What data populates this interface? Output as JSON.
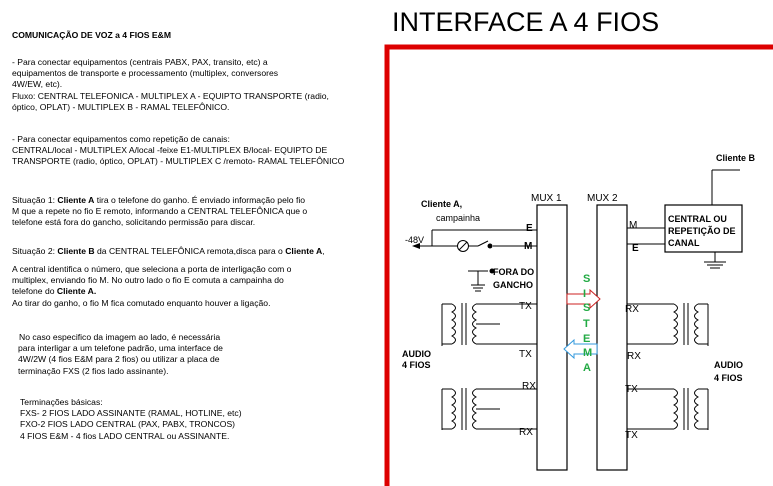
{
  "title": "INTERFACE A 4 FIOS",
  "left_text": {
    "heading": "COMUNICAÇÃO DE VOZ a 4 FIOS E&M",
    "p1": [
      "- Para conectar equipamentos (centrais PABX, PAX, transito, etc) a",
      "equipamentos de transporte e processamento (multiplex, conversores",
      "4W/EW, etc).",
      "Fluxo:  CENTRAL TELEFONICA - MULTIPLEX A - EQUIPTO TRANSPORTE (radio,",
      "óptico, OPLAT) - MULTIPLEX B - RAMAL TELEFÔNICO."
    ],
    "p2": [
      "- Para conectar equipamentos como repetição de canais:",
      "CENTRAL/local -  MULTIPLEX  A/local -feixe E1-MULTIPLEX B/local- EQUIPTO DE",
      "TRANSPORTE (radio, óptico, OPLAT) - MULTIPLEX C /remoto- RAMAL TELEFÔNICO"
    ],
    "s1": {
      "lead": "Situação 1: ",
      "bold": "Cliente A",
      "rest": " tira o telefone do ganho. É enviado informação pelo fio",
      "lines": [
        "M que a repete no fio E remoto, informando a CENTRAL TELEFÔNICA que o",
        "telefone está fora do gancho, solicitando permissão para discar."
      ]
    },
    "s2": {
      "lead": "Situação 2: ",
      "bold1": "Cliente B",
      "mid": " da CENTRAL TELEFÔNICA remota,disca para o ",
      "bold2": "Cliente A",
      "tail": ",",
      "line2": "A central identifica o número, que seleciona a porta de interligação com o",
      "line3": "multiplex, enviando fio M. No outro lado o fio E comuta a campainha do",
      "line4_lead": "telefone do ",
      "line4_bold": "Cliente A.",
      "line5": "Ao tirar do ganho, o fio M fica comutado enquanto houver a ligação."
    },
    "p3": [
      "No caso especifico da imagem ao lado, é necessária",
      "para interligar a um telefone padrão, uma interface de",
      "4W/2W (4 fios E&M para 2 fios) ou utilizar a placa de",
      "terminação FXS (2 fios lado assinante)."
    ],
    "p4": [
      "Terminações básicas:",
      "FXS- 2 FIOS LADO ASSINANTE (RAMAL, HOTLINE, etc)",
      "FXO-2 FIOS LADO CENTRAL (PAX, PABX, TRONCOS)",
      "4 FIOS E&M - 4 fios LADO CENTRAL ou ASSINANTE."
    ]
  },
  "diagram": {
    "cliente_a": "Cliente A,",
    "campainha": "campainha",
    "voltage": "-48V",
    "fora_do": "FORA DO",
    "gancho": "GANCHO",
    "mux1": "MUX 1",
    "mux2": "MUX 2",
    "cliente_b": "Cliente B",
    "central_l1": "CENTRAL OU",
    "central_l2": "REPETIÇÃO DE",
    "central_l3": "CANAL",
    "e": "E",
    "m": "M",
    "tx": "TX",
    "rx": "RX",
    "audio_a": "AUDIO",
    "fios_a": "4 FIOS",
    "audio_b": "AUDIO",
    "fios_b": "4 FIOS",
    "sistema": [
      "S",
      "I",
      "S",
      "T",
      "E",
      "M",
      "A"
    ]
  },
  "colors": {
    "frame": "#dd0000",
    "sistema": "#22aa44",
    "arrow_tx": "#cc2222",
    "arrow_rx": "#3399dd"
  }
}
